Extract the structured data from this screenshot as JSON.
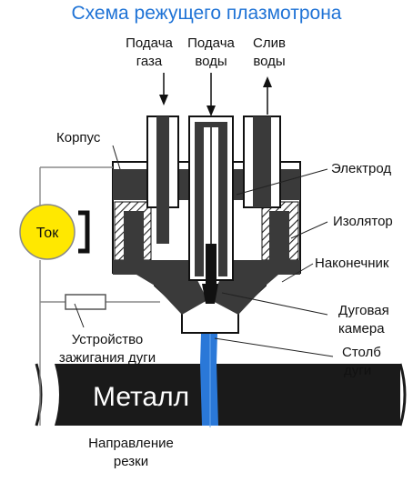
{
  "title": "Схема режущего плазмотрона",
  "labels": {
    "gas_in": [
      "Подача",
      "газа"
    ],
    "water_in": [
      "Подача",
      "воды"
    ],
    "water_out": [
      "Слив",
      "воды"
    ],
    "body": "Корпус",
    "electrode": "Электрод",
    "insulator": "Изолятор",
    "nozzle": "Наконечник",
    "arc_chamber": [
      "Дуговая",
      "камера"
    ],
    "arc_column": [
      "Столб",
      "дуги"
    ],
    "ignition": [
      "Устройство",
      "зажигания дуги"
    ],
    "direction": [
      "Направление",
      "резки"
    ],
    "current": "Ток",
    "metal": "Металл"
  },
  "colors": {
    "title": "#1f73d6",
    "arc": "#2a78d8",
    "current_circle": "#ffe800",
    "body_fill": "#ffffff",
    "dark_part": "#3a3a3a",
    "metal": "#1a1a1a"
  }
}
